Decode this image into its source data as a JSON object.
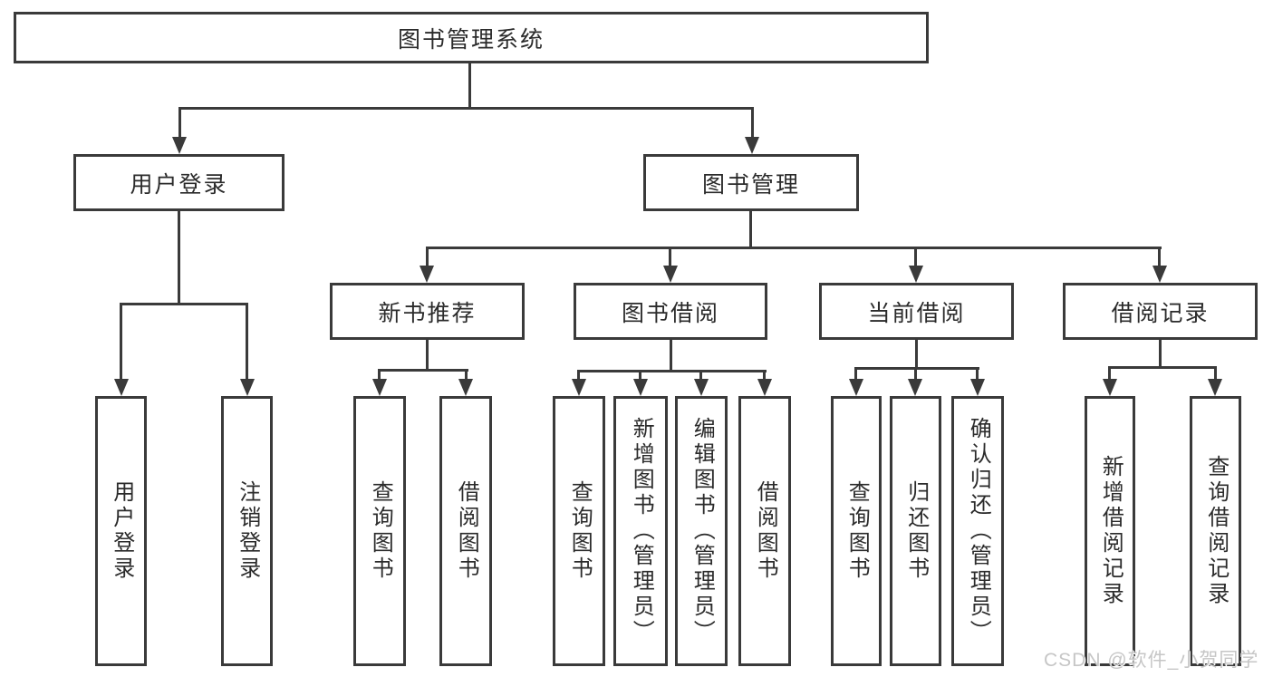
{
  "diagram": {
    "title": "图书管理系统",
    "root": {
      "label": "图书管理系统"
    },
    "level2": [
      {
        "label": "用户登录"
      },
      {
        "label": "图书管理"
      }
    ],
    "level3": [
      {
        "label": "新书推荐",
        "parent": "图书管理"
      },
      {
        "label": "图书借阅",
        "parent": "图书管理"
      },
      {
        "label": "当前借阅",
        "parent": "图书管理"
      },
      {
        "label": "借阅记录",
        "parent": "图书管理"
      }
    ],
    "leaves": [
      {
        "label": "用户登录",
        "parent": "用户登录"
      },
      {
        "label": "注销登录",
        "parent": "用户登录"
      },
      {
        "label": "查询图书",
        "parent": "新书推荐"
      },
      {
        "label": "借阅图书",
        "parent": "新书推荐"
      },
      {
        "label": "查询图书",
        "parent": "图书借阅"
      },
      {
        "label": "新增图书（管理员）",
        "parent": "图书借阅"
      },
      {
        "label": "编辑图书（管理员）",
        "parent": "图书借阅"
      },
      {
        "label": "借阅图书",
        "parent": "图书借阅"
      },
      {
        "label": "查询图书",
        "parent": "当前借阅"
      },
      {
        "label": "归还图书",
        "parent": "当前借阅"
      },
      {
        "label": "确认归还（管理员）",
        "parent": "当前借阅"
      },
      {
        "label": "新增借阅记录",
        "parent": "借阅记录"
      },
      {
        "label": "查询借阅记录",
        "parent": "借阅记录"
      }
    ]
  },
  "watermark": {
    "text": "CSDN @软件_小贺同学"
  },
  "colors": {
    "line": "#3a3a3a",
    "text": "#2b2b2b",
    "watermark": "#c6c6c6",
    "background": "#ffffff"
  }
}
